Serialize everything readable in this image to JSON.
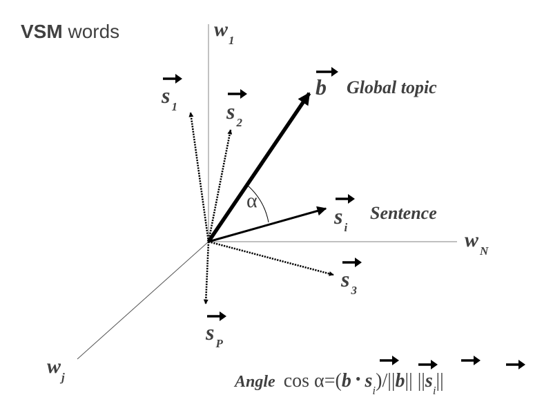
{
  "title": {
    "bold": "VSM",
    "rest": " words"
  },
  "axes": {
    "w1": {
      "base": "w",
      "sub": "1"
    },
    "wN": {
      "base": "w",
      "sub": "N"
    },
    "wj": {
      "base": "w",
      "sub": "j"
    }
  },
  "vectors": {
    "b": {
      "base": "b",
      "label": "Global topic"
    },
    "si": {
      "base": "s",
      "sub": "i",
      "label": "Sentence"
    },
    "s1": {
      "base": "s",
      "sub": "1"
    },
    "s2": {
      "base": "s",
      "sub": "2"
    },
    "s3": {
      "base": "s",
      "sub": "3"
    },
    "sP": {
      "base": "s",
      "sub": "P"
    }
  },
  "angle_symbol": "α",
  "formula": {
    "label": "Angle",
    "cos": "cos",
    "alpha": "α",
    "eq_open": "=(",
    "b": "b",
    "dot": "•",
    "s": "s",
    "sub_i": "i",
    "close_div": ")/||",
    "b2": "b",
    "bars_mid": "|| ||",
    "s2": "s",
    "sub_i2": "i",
    "bars_end": "||"
  },
  "colors": {
    "axis": "#9a9a9a",
    "ink": "#000000",
    "label": "#404040"
  }
}
